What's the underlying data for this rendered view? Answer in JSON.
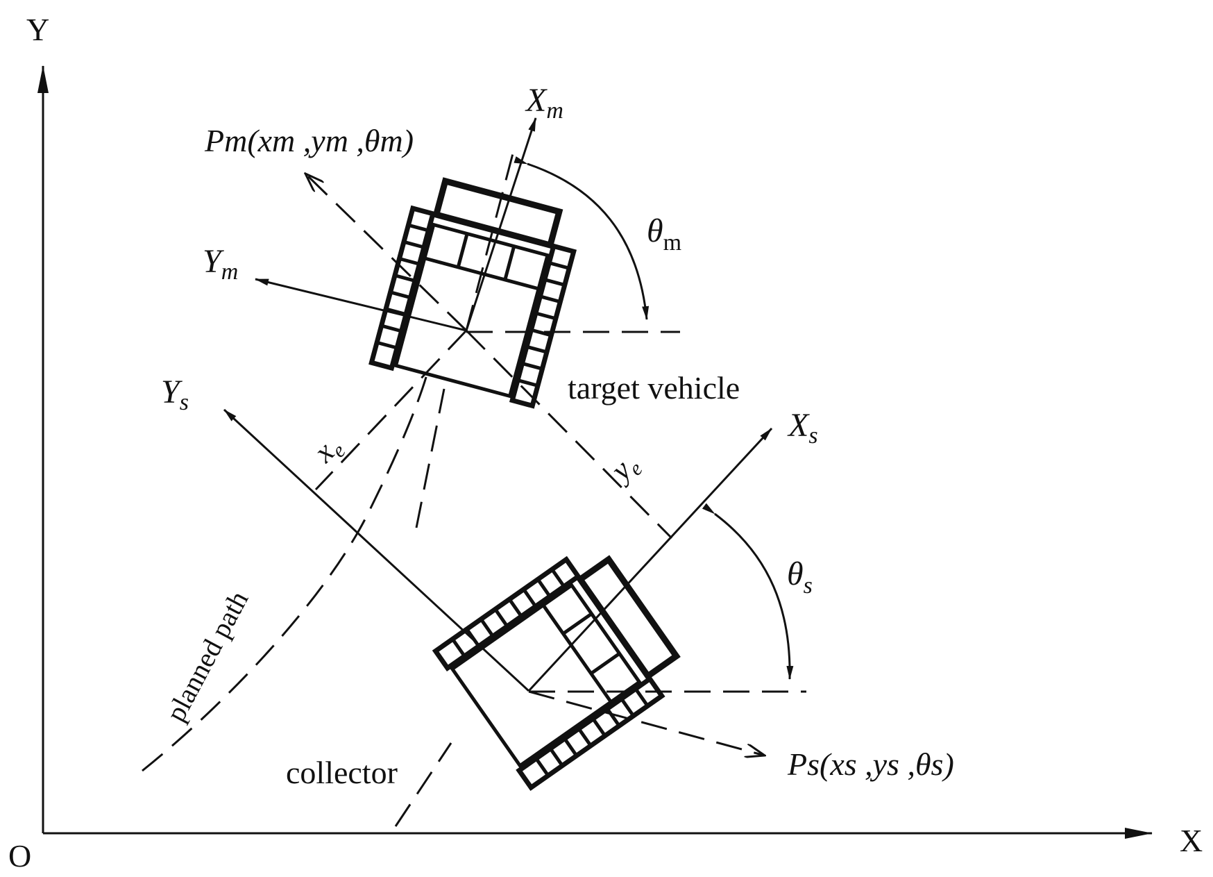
{
  "axes": {
    "x_label": "X",
    "y_label": "Y",
    "origin_label": "O"
  },
  "target_vehicle": {
    "label": "target vehicle",
    "pose_label": "P",
    "pose_sub": "m",
    "pose_args": "(x",
    "frame_x": "X",
    "frame_x_sub": "m",
    "frame_y": "Y",
    "frame_y_sub": "m",
    "angle": "θ",
    "angle_sub": "m"
  },
  "collector": {
    "label": "collector",
    "pose_label": "P",
    "pose_sub": "s",
    "frame_x": "X",
    "frame_x_sub": "s",
    "frame_y": "Y",
    "frame_y_sub": "s",
    "angle": "θ",
    "angle_sub": "s"
  },
  "errors": {
    "x_error": "x",
    "x_error_sub": "e",
    "y_error": "y",
    "y_error_sub": "e"
  },
  "path": {
    "label": "planned path"
  },
  "pose_text": {
    "m_full": "Pm(xm ,ym ,θm)",
    "s_full": "Ps(xs ,ys ,θs)"
  }
}
